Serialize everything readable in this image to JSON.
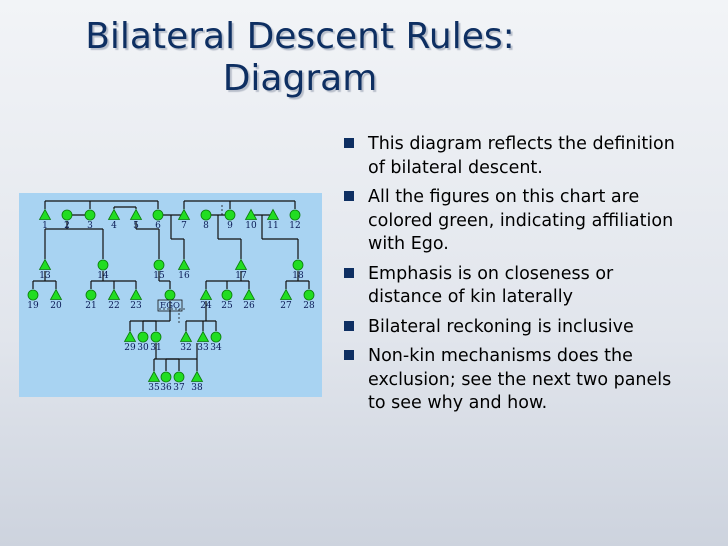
{
  "slide": {
    "title_line1": "Bilateral Descent Rules:",
    "title_line2": "Diagram",
    "bullets": [
      "This diagram reflects the definition of bilateral descent.",
      "All the figures on this chart are colored green, indicating affiliation with Ego.",
      "Emphasis is on closeness or distance of kin laterally",
      "Bilateral reckoning is inclusive",
      "Non-kin mechanisms does the exclusion; see the next two panels to see why and how."
    ]
  },
  "colors": {
    "title": "#0e2f62",
    "bullet_marker": "#0e2f62",
    "diagram_background": "#a8d3f2",
    "kin_figure": "#22dd22",
    "kin_figure_outline": "#0a7a0a",
    "lines": "#111111",
    "labels": "#0a1a55"
  },
  "kinship_diagram": {
    "figures": [
      {
        "label": "1",
        "shape": "triangle"
      },
      {
        "label": "2",
        "shape": "circle"
      },
      {
        "label": "3",
        "shape": "circle"
      },
      {
        "label": "4",
        "shape": "triangle"
      },
      {
        "label": "5",
        "shape": "triangle"
      },
      {
        "label": "6",
        "shape": "circle"
      },
      {
        "label": "7",
        "shape": "triangle"
      },
      {
        "label": "8",
        "shape": "circle"
      },
      {
        "label": "9",
        "shape": "circle"
      },
      {
        "label": "10",
        "shape": "triangle"
      },
      {
        "label": "11",
        "shape": "triangle"
      },
      {
        "label": "12",
        "shape": "circle"
      },
      {
        "label": "13",
        "shape": "triangle"
      },
      {
        "label": "14",
        "shape": "circle"
      },
      {
        "label": "15",
        "shape": "circle"
      },
      {
        "label": "16",
        "shape": "triangle"
      },
      {
        "label": "17",
        "shape": "triangle"
      },
      {
        "label": "18",
        "shape": "circle"
      },
      {
        "label": "19",
        "shape": "circle"
      },
      {
        "label": "20",
        "shape": "triangle"
      },
      {
        "label": "21",
        "shape": "circle"
      },
      {
        "label": "22",
        "shape": "triangle"
      },
      {
        "label": "23",
        "shape": "triangle"
      },
      {
        "label": "EGO",
        "shape": "circle"
      },
      {
        "label": "24",
        "shape": "triangle"
      },
      {
        "label": "25",
        "shape": "circle"
      },
      {
        "label": "26",
        "shape": "triangle"
      },
      {
        "label": "27",
        "shape": "triangle"
      },
      {
        "label": "28",
        "shape": "circle"
      },
      {
        "label": "29",
        "shape": "triangle"
      },
      {
        "label": "30",
        "shape": "circle"
      },
      {
        "label": "31",
        "shape": "circle"
      },
      {
        "label": "32",
        "shape": "triangle"
      },
      {
        "label": "33",
        "shape": "triangle"
      },
      {
        "label": "34",
        "shape": "circle"
      },
      {
        "label": "35",
        "shape": "triangle"
      },
      {
        "label": "36",
        "shape": "circle"
      },
      {
        "label": "37",
        "shape": "circle"
      },
      {
        "label": "38",
        "shape": "triangle"
      }
    ]
  }
}
